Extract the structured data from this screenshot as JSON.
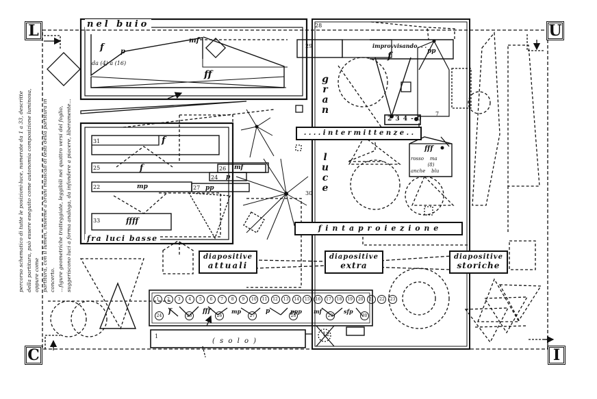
{
  "corners": {
    "top_left": "L",
    "top_right": "U",
    "bottom_left": "C",
    "bottom_right": "I"
  },
  "sections": {
    "nel_buio": "nel buio",
    "fra_luci_basse": "fra luci basse",
    "gran": "gran",
    "luce": "luce",
    "intermittenze": ". . . . i n t e r m i t   t e n z e . .",
    "finta_proiezione": "f i n t a   p r o i e z i o n e",
    "solo": "( s o l o )",
    "improvvisando": "improvvisando. . ."
  },
  "diapositive": {
    "attuali": [
      "diapositive",
      "attuali"
    ],
    "extra": [
      "diapositive",
      "extra"
    ],
    "storiche": [
      "diapositive",
      "storiche"
    ]
  },
  "dynamics": {
    "f": "f",
    "p": "p",
    "mf": "mf",
    "ff": "ff",
    "fff": "fff",
    "pp": "pp",
    "mp": "mp",
    "ffff": "ffff",
    "sfp": "sfp",
    "ppp": "ppp"
  },
  "nel_buio_range": {
    "prefix": "da",
    "from": "4",
    "mid": "a",
    "to": "16"
  },
  "rosso_label": [
    "rosso",
    "ma",
    "anche",
    "blu"
  ],
  "rosso_num": "8",
  "numbers": {
    "n23": "23",
    "n29": "29",
    "n31": "31",
    "n25": "25",
    "n26": "26",
    "n22": "22",
    "n27": "27",
    "n33": "33",
    "n28": "28",
    "n7": "7",
    "n1": "1",
    "n8": "8",
    "n12": "12",
    "n30": "30",
    "n24": "24",
    "n14": "14"
  },
  "counter_box": "2 3 4 - 0",
  "numbered_row": [
    "1",
    "2",
    "3",
    "4",
    "5",
    "6",
    "7",
    "8",
    "9",
    "10",
    "11",
    "12",
    "13",
    "14",
    "15",
    "16",
    "17",
    "18",
    "19",
    "20",
    "21",
    "22",
    "23"
  ],
  "numbered_row_sub": [
    "24",
    "25",
    "26",
    "27",
    "28",
    "29",
    "30"
  ],
  "side_note": [
    "percorso schematico di tutte le posizioni-luce, numerate da 1 a 33, descritte",
    "della partitura, può essere eseguito come autonomia composizione luminosa, oppure come",
    "partitura, con il lumen, insieme a brani musicali di testi della partitura in concerto.",
    "...figure geometriche tratteggiate, leggibili nei quattro versi del foglio,",
    "suggeriscono luci a forma analoga, da infondere a piacere, liberamente..."
  ]
}
